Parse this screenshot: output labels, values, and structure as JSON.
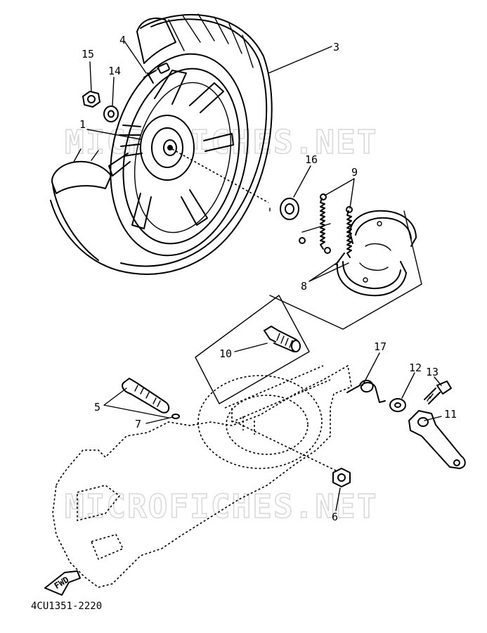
{
  "watermark": "MICROFICHES.NET",
  "diagram_code": "4CU1351-2220",
  "fwd_label": "FWD",
  "callouts": [
    "1",
    "3",
    "4",
    "5",
    "6",
    "7",
    "8",
    "9",
    "10",
    "11",
    "12",
    "13",
    "14",
    "15",
    "16",
    "17"
  ]
}
